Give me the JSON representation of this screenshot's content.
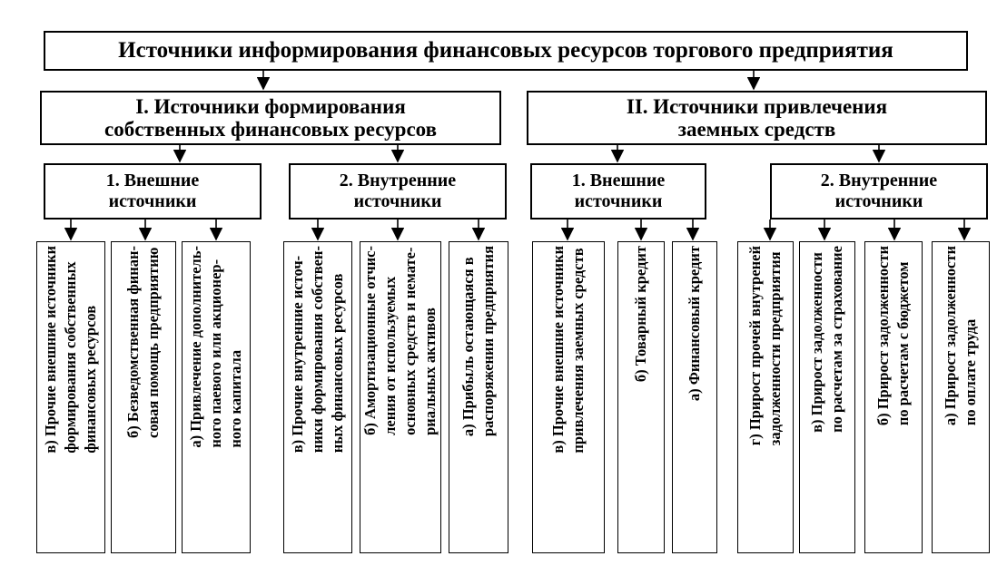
{
  "title": "Источники информирования финансовых ресурсов торгового предприятия",
  "group1": {
    "label": "I. Источники формирования\nсобственных финансовых ресурсов",
    "external": {
      "label": "1. Внешние\nисточники",
      "items": [
        "в) Прочие внешние источники\nформирования собственных\nфинансовых ресурсов",
        "б) Безведомственная финан-\nсовая помощь предприятию",
        "а) Привлечение дополнитель-\nного паевого или акционер-\nного капитала"
      ]
    },
    "internal": {
      "label": "2. Внутренние\nисточники",
      "items": [
        "в) Прочие внутренние источ-\nники формирования собствен-\nных финансовых ресурсов",
        "б) Амортизационные отчис-\nления от используемых\nосновных средств и немате-\nриальных активов",
        "а) Прибыль остающаяся в\nраспоряжении предприятия"
      ]
    }
  },
  "group2": {
    "label": "II. Источники привлечения\nзаемных средств",
    "external": {
      "label": "1. Внешние\nисточники",
      "items": [
        "в) Прочие внешние источники\nпривлечения заемных средств",
        "б) Товарный кредит",
        "а) Финансовый кредит"
      ]
    },
    "internal": {
      "label": "2. Внутренние\nисточники",
      "items": [
        "г) Прирост прочей внутреней\nзадолженности предприятия",
        "в) Прирост задолженности\nпо расчетам за страхование",
        "б) Прирост задолженности\nпо расчетам с бюджетом",
        "а) Прирост задолженности\nпо оплате труда"
      ]
    }
  }
}
